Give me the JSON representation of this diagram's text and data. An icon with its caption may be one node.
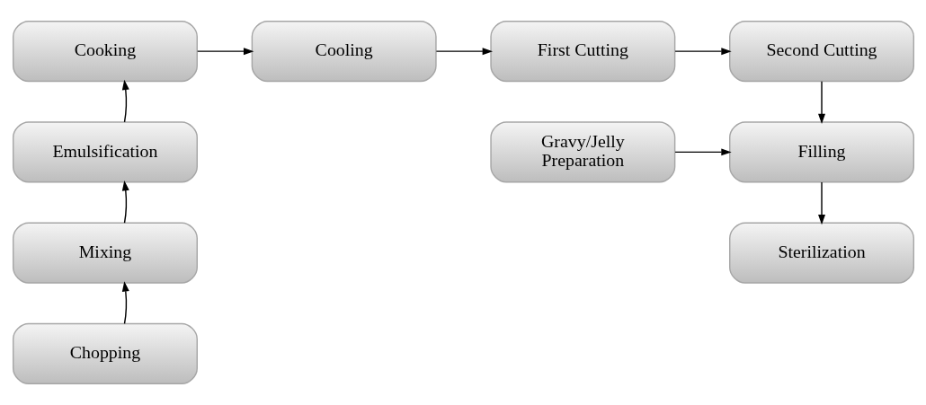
{
  "diagram": {
    "nodes": [
      {
        "text": [
          "Cooking"
        ]
      },
      {
        "text": [
          "Cooling"
        ]
      },
      {
        "text": [
          "First Cutting"
        ]
      },
      {
        "text": [
          "Second Cutting"
        ]
      },
      {
        "text": [
          "Emulsification"
        ]
      },
      {
        "text": [
          "Mixing"
        ]
      },
      {
        "text": [
          "Chopping"
        ]
      },
      {
        "text": [
          "Gravy/Jelly Preparation"
        ]
      },
      {
        "text": [
          "Filling"
        ]
      },
      {
        "text": [
          "Sterilization"
        ]
      }
    ],
    "edges": [
      {
        "from": 6,
        "to": 5,
        "arrow": "to"
      },
      {
        "from": 5,
        "to": 4,
        "arrow": "to"
      },
      {
        "from": 4,
        "to": 0,
        "arrow": "to"
      },
      {
        "from": 0,
        "to": 1,
        "arrow": "to"
      },
      {
        "from": 1,
        "to": 2,
        "arrow": "to"
      },
      {
        "from": 2,
        "to": 3,
        "arrow": "to"
      },
      {
        "from": 3,
        "to": 8,
        "arrow": "to"
      },
      {
        "from": 7,
        "to": 8,
        "arrow": "to"
      },
      {
        "from": 8,
        "to": 9,
        "arrow": "to"
      }
    ]
  }
}
